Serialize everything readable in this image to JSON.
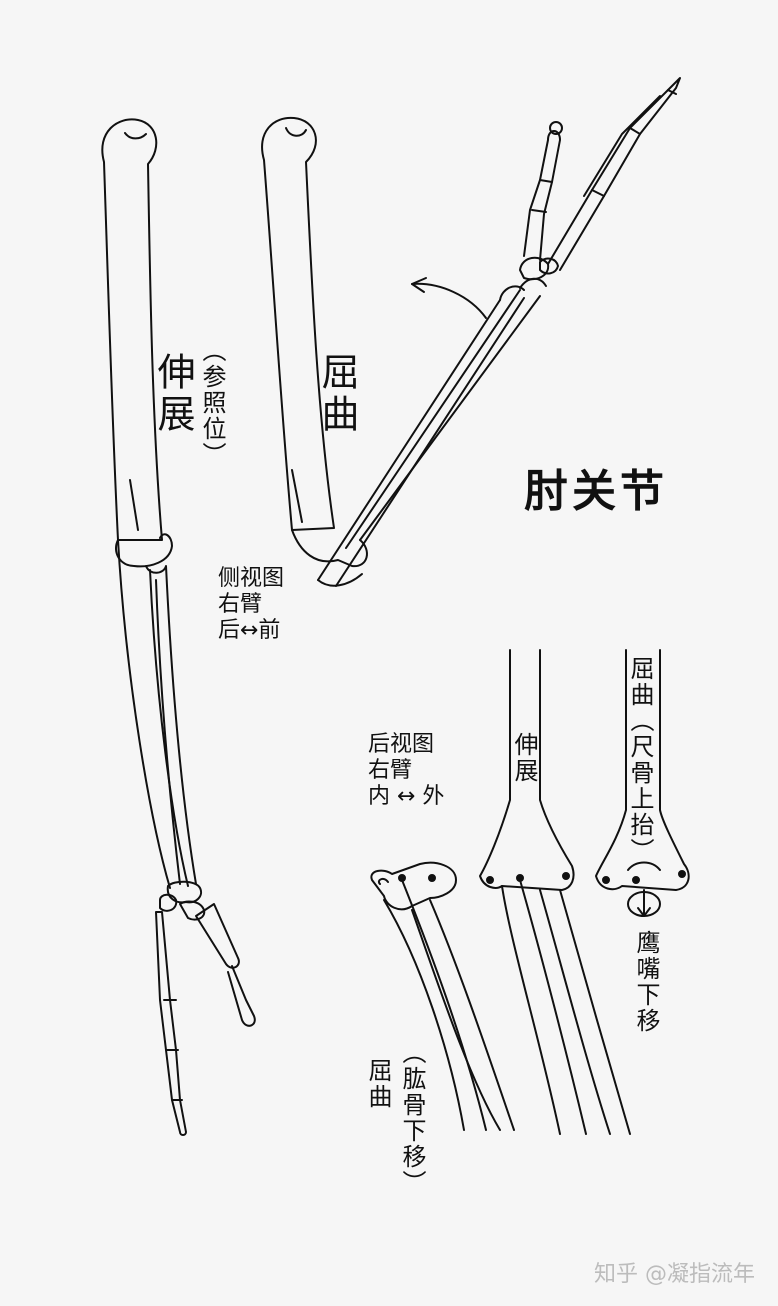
{
  "title": "肘关节",
  "labels": {
    "extension_vertical": "伸展",
    "reference_note": "（参照位）",
    "flexion_vertical": "屈曲",
    "side_view": {
      "line1": "侧视图",
      "line2": "右臂",
      "line3": "后↔前"
    },
    "back_view": {
      "line1": "后视图",
      "line2": "右臂",
      "line3": "内 ↔ 外"
    },
    "back_extension": "伸展",
    "back_flexion_ulna": "屈曲（尺骨上抬）",
    "olecranon_down": "鹰嘴下移",
    "flexion_bottom": "屈曲",
    "humerus_down": "（肱骨下移）"
  },
  "watermark": "知乎 @凝指流年"
}
